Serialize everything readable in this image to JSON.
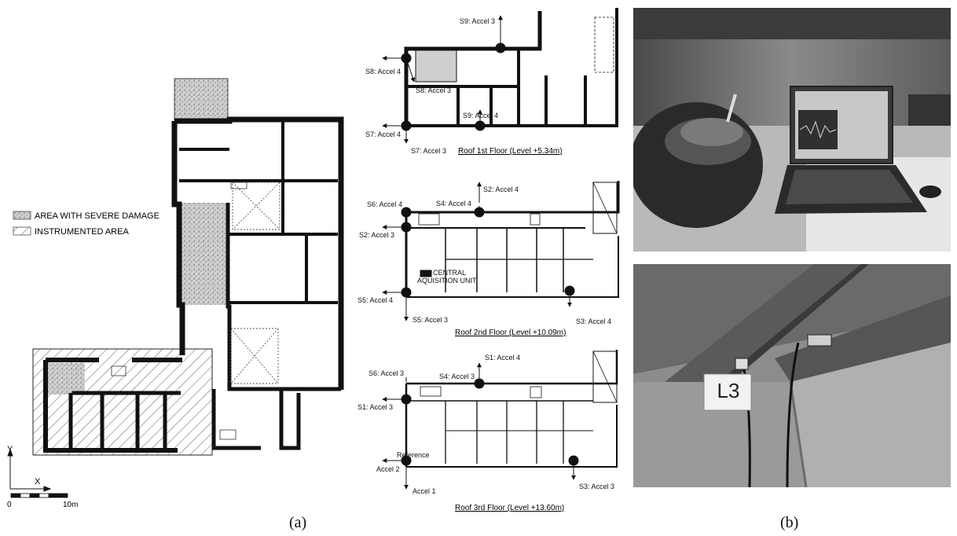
{
  "legend": {
    "severe_damage": "AREA WITH SEVERE DAMAGE",
    "instrumented": "INSTRUMENTED AREA"
  },
  "axes": {
    "y": "Y",
    "x": "X"
  },
  "scale": {
    "start": "0",
    "end": "10m"
  },
  "floor1": {
    "title": "Roof  1st Floor (Level +5.34m)",
    "labels": [
      "S9: Accel 3",
      "S8: Accel 4",
      "S8: Accel 3",
      "S9: Accel 4",
      "S7: Accel 4",
      "S7: Accel 3"
    ]
  },
  "floor2": {
    "title": "Roof  2nd Floor (Level +10.09m)",
    "labels": [
      "S6: Accel 4",
      "S4: Accel 4",
      "S2: Accel 4",
      "S2: Accel 3",
      "CENTRAL",
      "AQUISITION UNIT",
      "S5: Accel 4",
      "S5: Accel 3",
      "S3: Accel 4"
    ]
  },
  "floor3": {
    "title": "Roof  3rd Floor (Level +13.60m)",
    "labels": [
      "S1: Accel 4",
      "S6: Accel 3",
      "S4: Accel 3",
      "S1: Accel 3",
      "Reference",
      "Accel 2",
      "Accel 1",
      "S3: Accel 3"
    ]
  },
  "photo_bottom": {
    "tag": "L3"
  },
  "captions": {
    "a": "(a)",
    "b": "(b)"
  }
}
